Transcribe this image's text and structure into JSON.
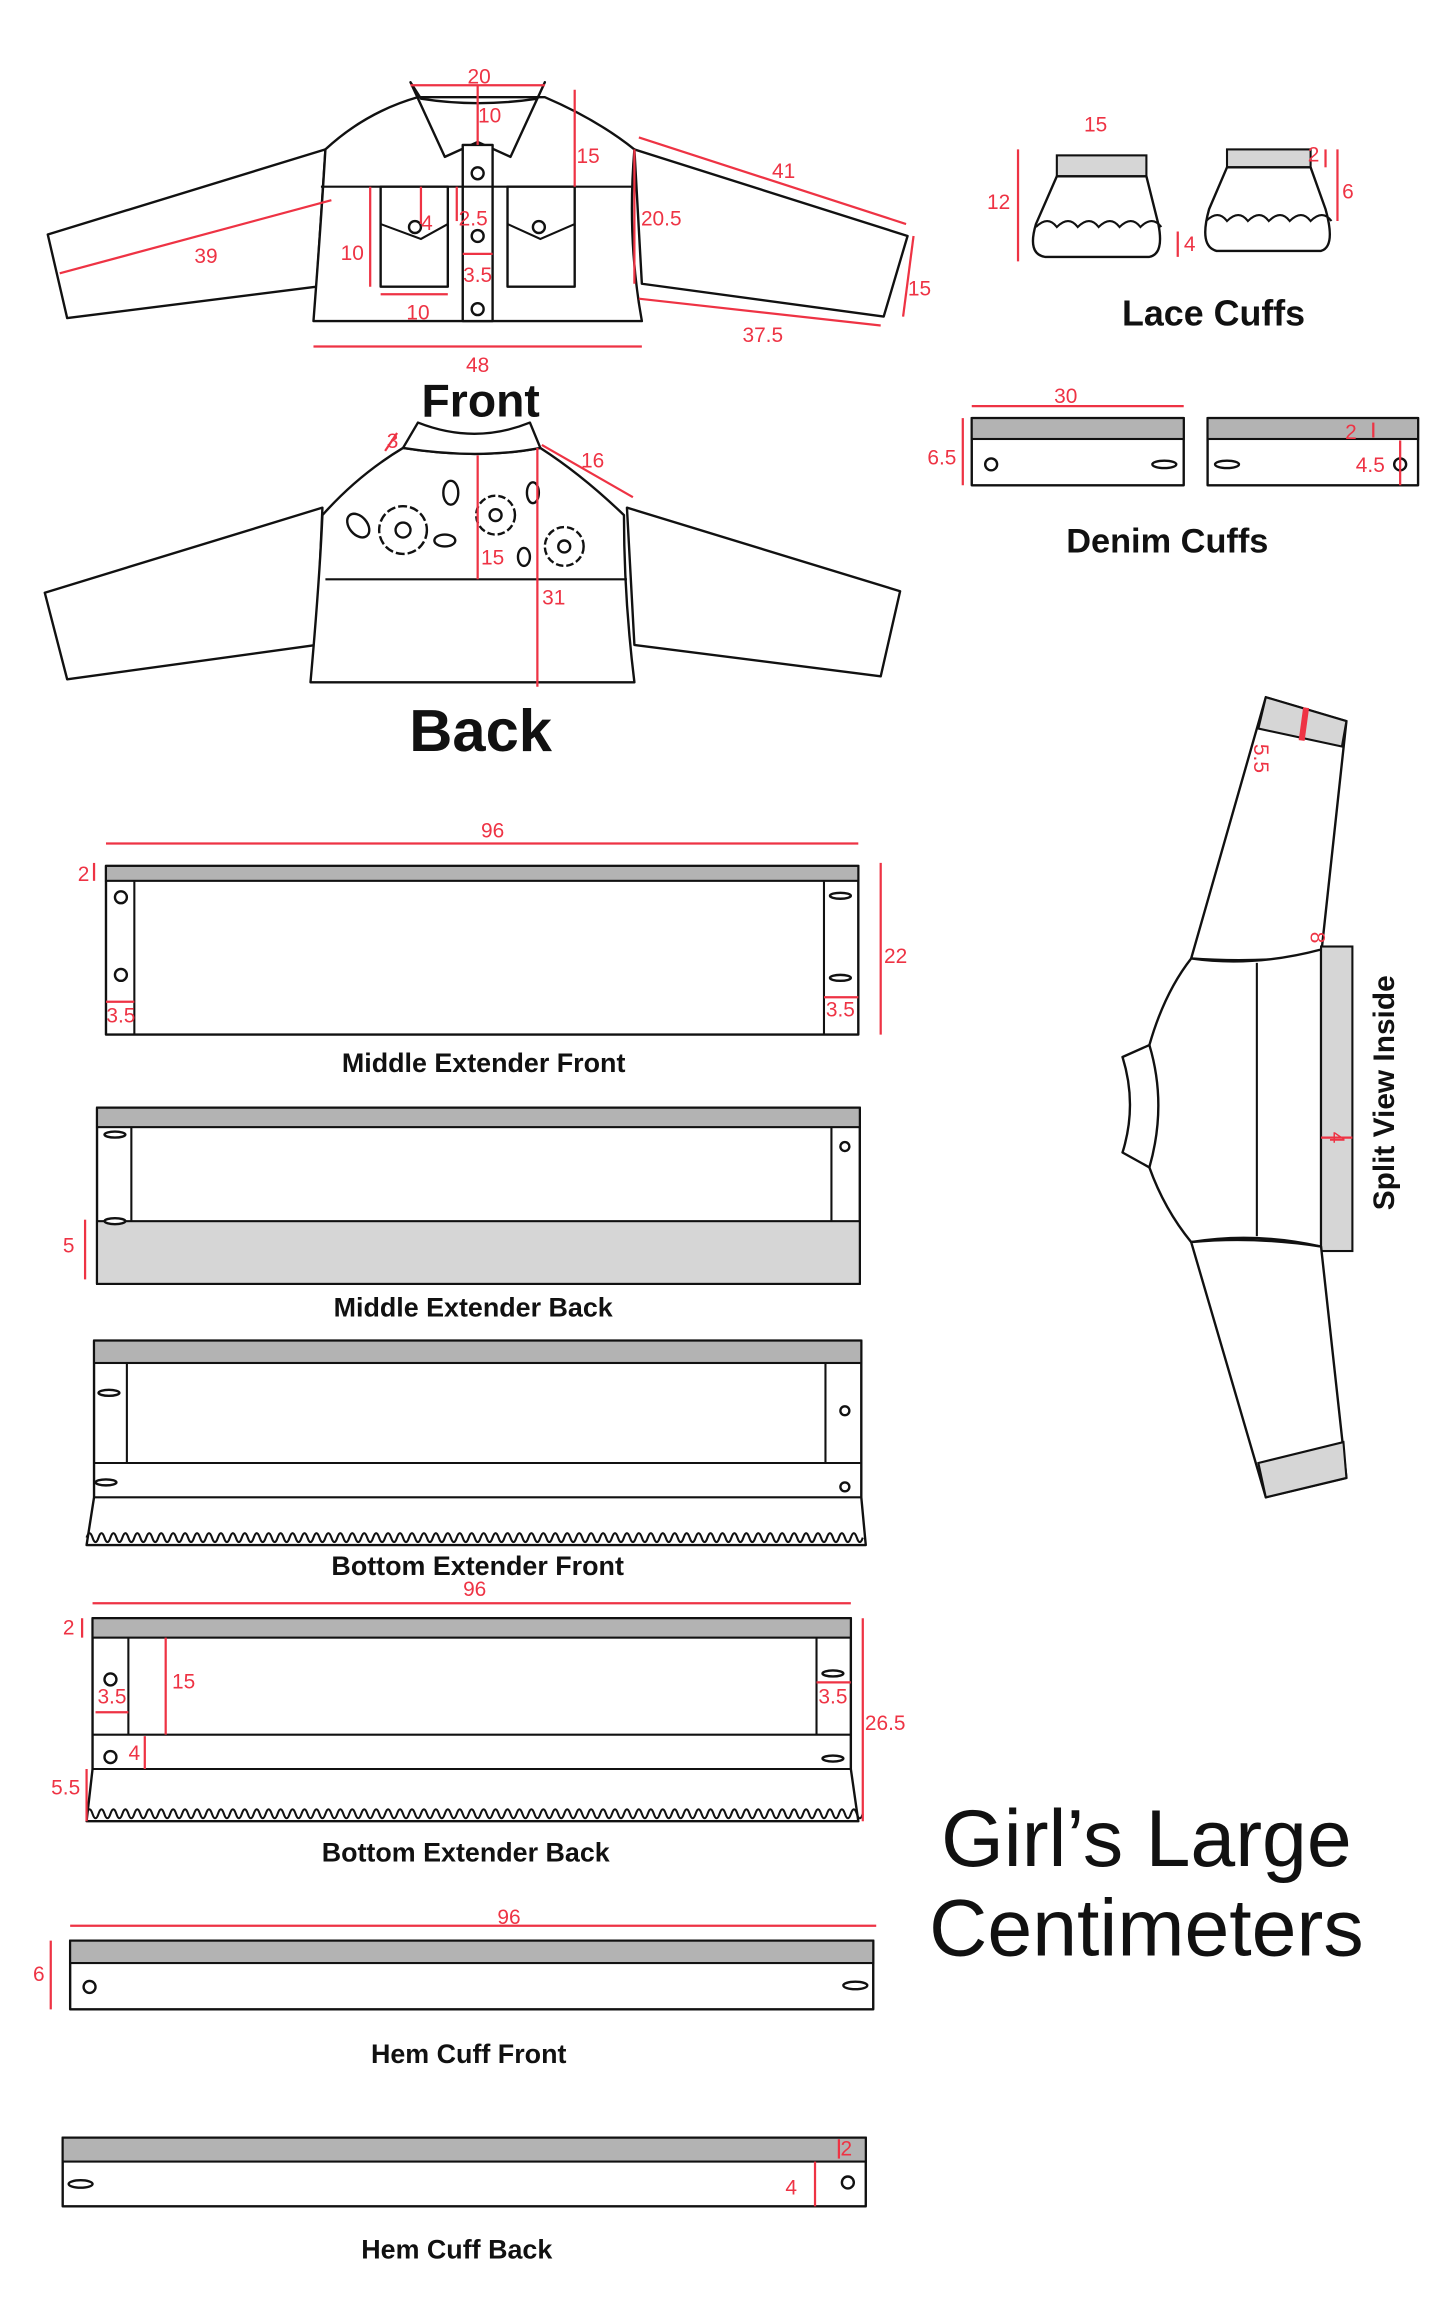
{
  "title": {
    "line1": "Girl’s Large",
    "line2": "Centimeters"
  },
  "front": {
    "label": "Front",
    "collar_width": "20",
    "collar_depth": "10",
    "yoke_depth": "15",
    "sleeve_top": "41",
    "armhole": "20.5",
    "cuff_width": "15",
    "sleeve_bottom": "37.5",
    "sleeve_length": "39",
    "pocket_height": "10",
    "pocket_flap": "4",
    "placket_gap": "2.5",
    "placket_width": "3.5",
    "pocket_width": "10",
    "hem_width": "48"
  },
  "back": {
    "label": "Back",
    "collar_height": "3",
    "shoulder": "16",
    "yoke_depth": "15",
    "length": "31"
  },
  "lace_cuffs": {
    "label": "Lace Cuffs",
    "width": "15",
    "height": "12",
    "right_height": "6",
    "band": "2",
    "ruffle": "4"
  },
  "denim_cuffs": {
    "label": "Denim Cuffs",
    "width": "30",
    "height": "6.5",
    "band": "2",
    "tab": "4.5"
  },
  "split_view": {
    "label": "Split View Inside",
    "cuff": "5.5",
    "sleeve": "8",
    "band": "4"
  },
  "middle_extender_front": {
    "label": "Middle Extender Front",
    "width": "96",
    "band": "2",
    "height": "22",
    "left_tab": "3.5",
    "right_tab": "3.5"
  },
  "middle_extender_back": {
    "label": "Middle Extender Back",
    "lower": "5"
  },
  "bottom_extender_front": {
    "label": "Bottom Extender Front"
  },
  "bottom_extender_back": {
    "label": "Bottom Extender Back",
    "width": "96",
    "band": "2",
    "panel": "15",
    "left_tab": "3.5",
    "right_tab": "3.5",
    "height": "26.5",
    "strip": "4",
    "lace": "5.5"
  },
  "hem_cuff_front": {
    "label": "Hem Cuff Front",
    "width": "96",
    "height": "6"
  },
  "hem_cuff_back": {
    "label": "Hem Cuff Back",
    "band": "2",
    "tab": "4"
  }
}
